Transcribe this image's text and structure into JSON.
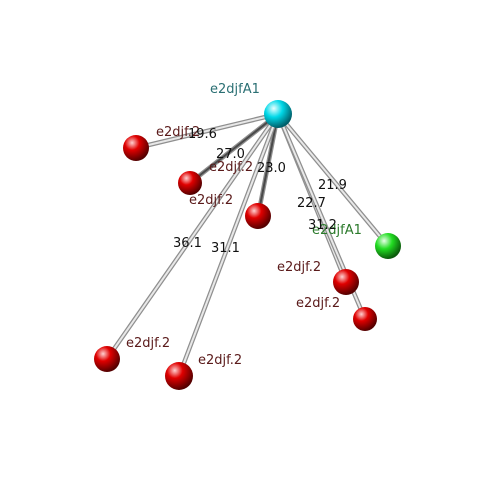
{
  "colors": {
    "background": "#ffffff",
    "bond": "#b8b8b8",
    "bond_dark": "#4a4a4a",
    "hub": "#00d8e8",
    "red_node": "#e00000",
    "green_node": "#22dd22",
    "hub_label": "#2a6f73",
    "red_label": "#5a1a1a",
    "green_label": "#2b7a2b",
    "distance_label": "#111111"
  },
  "hub": {
    "id": "hub",
    "label": "e2djfA1",
    "color_role": "hub"
  },
  "nodes": [
    {
      "id": "n1",
      "label": "e2djf.2",
      "color_role": "red_node",
      "distance": "19.6"
    },
    {
      "id": "n2",
      "label": "e2djf.2",
      "color_role": "red_node",
      "distance": "27.0"
    },
    {
      "id": "n3",
      "label": "e2djf.2",
      "color_role": "red_node",
      "distance": "23.0"
    },
    {
      "id": "n4",
      "label": "e2djfA1",
      "color_role": "green_node",
      "distance": "21.9"
    },
    {
      "id": "n5",
      "label": "e2djf.2",
      "color_role": "red_node",
      "distance": "22.7"
    },
    {
      "id": "n6",
      "label": "e2djf.2",
      "color_role": "red_node",
      "distance": "31.2"
    },
    {
      "id": "n7",
      "label": "e2djf.2",
      "color_role": "red_node",
      "distance": "36.1"
    },
    {
      "id": "n8",
      "label": "e2djf.2",
      "color_role": "red_node",
      "distance": "31.1"
    }
  ]
}
